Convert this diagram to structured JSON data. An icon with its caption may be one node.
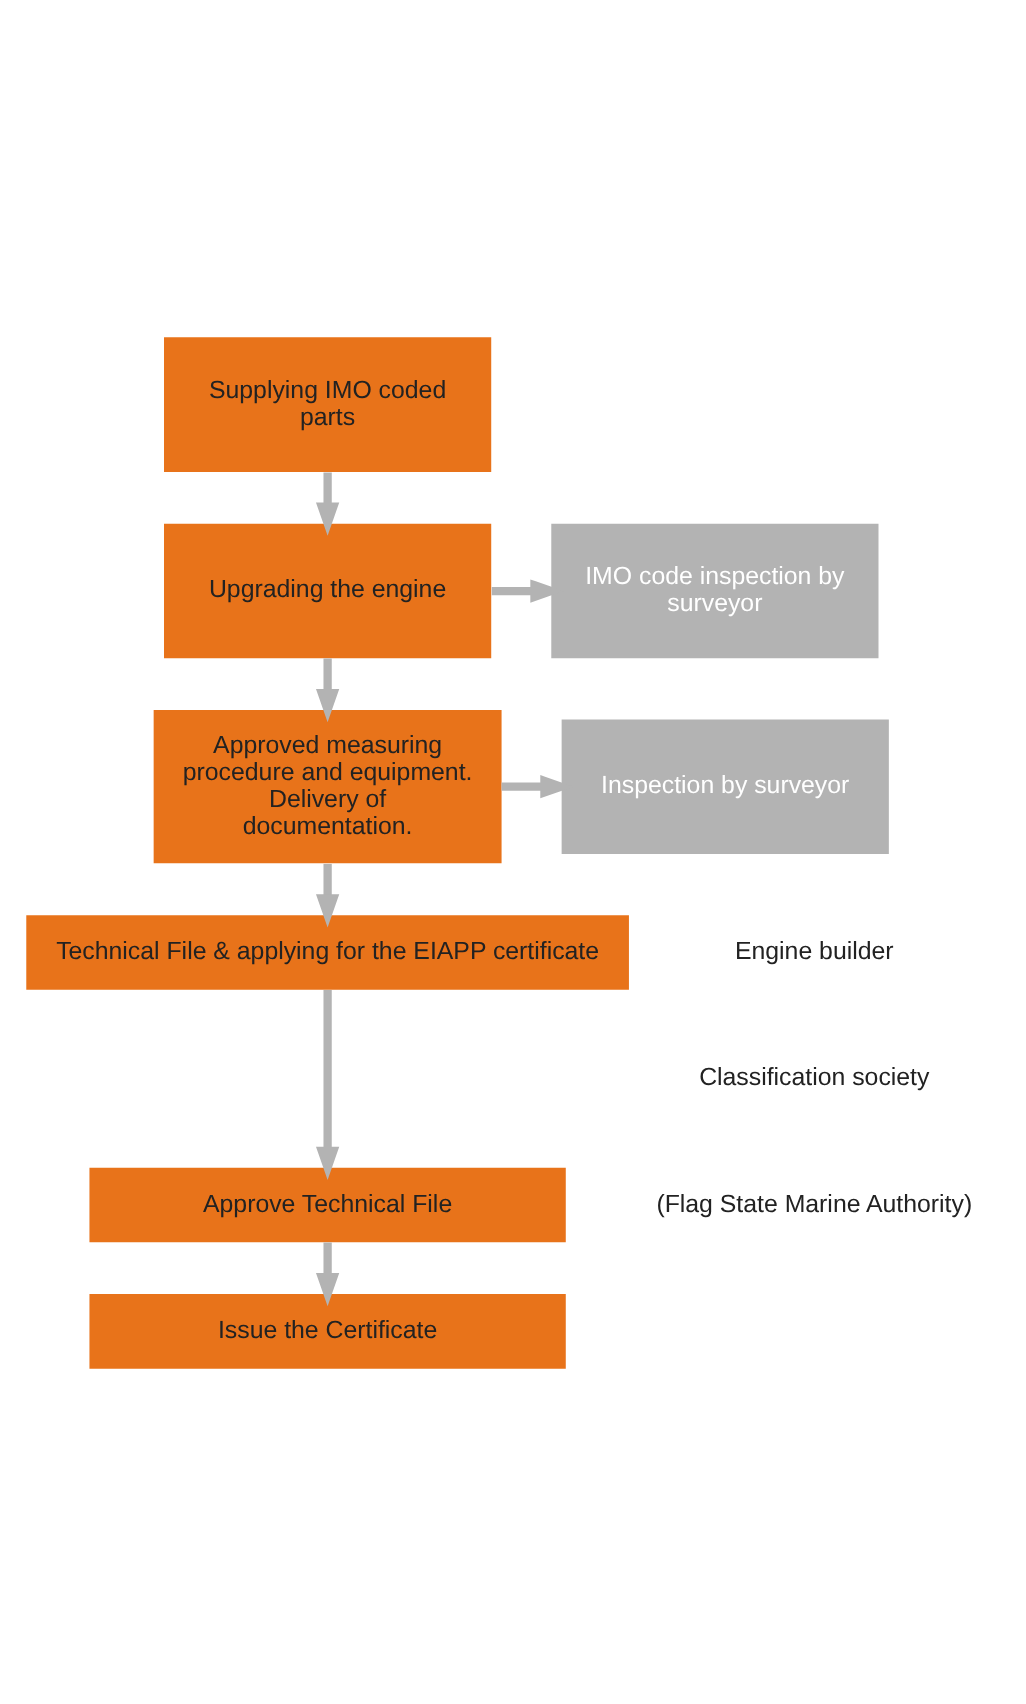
{
  "diagram": {
    "nodes": [
      {
        "text": [
          "Supplying IMO coded parts"
        ]
      },
      {
        "text": [
          "Upgrading the engine"
        ]
      },
      {
        "text": [
          "IMO code inspection by surveyor"
        ]
      },
      {
        "text": [
          "Approved measuring procedure and equipment. Delivery of documentation."
        ]
      },
      {
        "text": [
          "Inspection by surveyor"
        ]
      },
      {
        "text": [
          "Technical File & applying for the EIAPP certificate"
        ]
      },
      {
        "text": [
          "Approve Technical File"
        ]
      },
      {
        "text": [
          "Issue the Certificate"
        ]
      }
    ],
    "edges": [
      {
        "from": 0,
        "to": 1,
        "arrow": "to"
      },
      {
        "from": 1,
        "to": 2,
        "arrow": "to"
      },
      {
        "from": 1,
        "to": 3,
        "arrow": "to"
      },
      {
        "from": 3,
        "to": 4,
        "arrow": "to"
      },
      {
        "from": 3,
        "to": 5,
        "arrow": "to"
      },
      {
        "from": 5,
        "to": 6,
        "arrow": "to"
      },
      {
        "from": 6,
        "to": 7,
        "arrow": "to"
      }
    ],
    "labels": [
      "Engine builder",
      "Classification society",
      "(Flag State Marine Authority)"
    ]
  }
}
